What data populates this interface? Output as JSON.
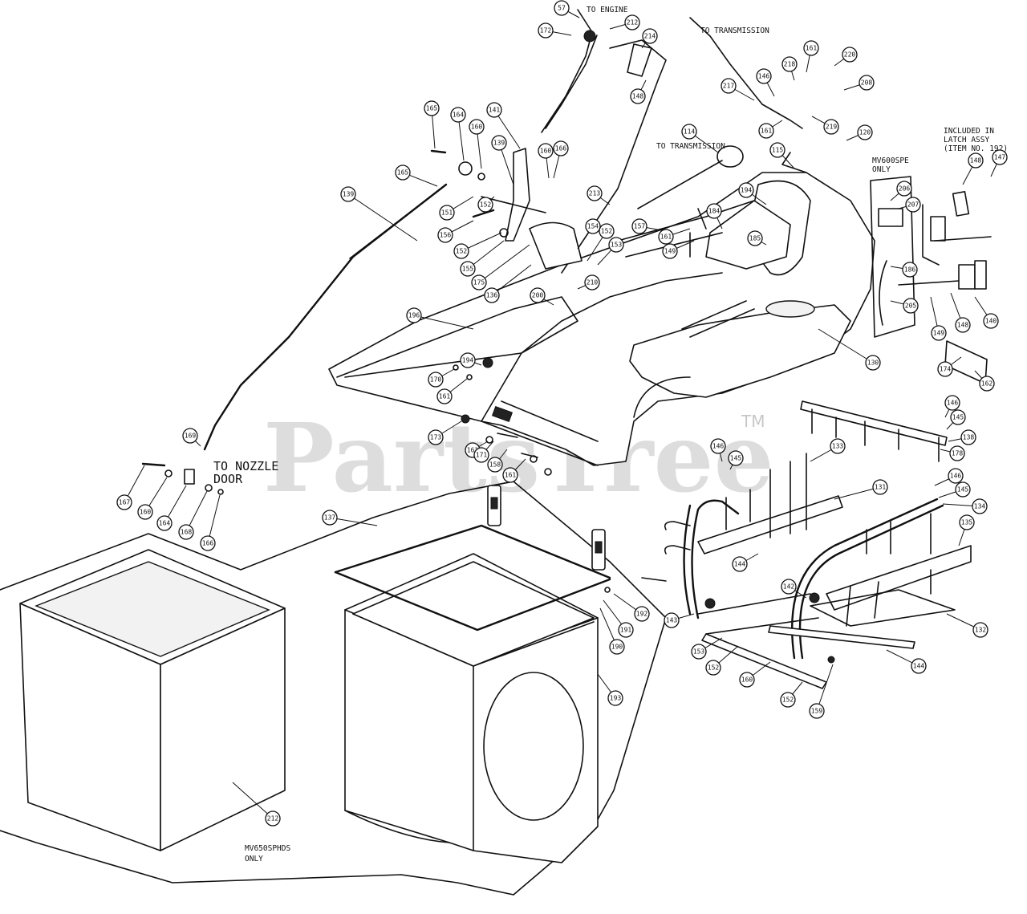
{
  "notes": {
    "to_engine": "TO ENGINE",
    "to_transmission_top": "TO TRANSMISSION",
    "to_transmission_mid": "TO TRANSMISSION",
    "to_nozzle_door_1": "TO NOZZLE",
    "to_nozzle_door_2": "DOOR",
    "included_1": "INCLUDED IN",
    "included_2": "LATCH ASSY",
    "included_3": "(ITEM NO. 192)",
    "model_600_1": "MV600SPE",
    "model_600_2": "ONLY",
    "model_650_1": "MV650SPHDS",
    "model_650_2": "ONLY"
  },
  "watermark": {
    "text": "PartsTree",
    "tm": "TM"
  },
  "callouts": [
    {
      "id": "c57",
      "label": "57"
    },
    {
      "id": "c172",
      "label": "172"
    },
    {
      "id": "c212",
      "label": "212"
    },
    {
      "id": "c214",
      "label": "214"
    },
    {
      "id": "c148a",
      "label": "148"
    },
    {
      "id": "c141",
      "label": "141"
    },
    {
      "id": "c165a",
      "label": "165"
    },
    {
      "id": "c164a",
      "label": "164"
    },
    {
      "id": "c160a",
      "label": "160"
    },
    {
      "id": "c139",
      "label": "139"
    },
    {
      "id": "c160b",
      "label": "160"
    },
    {
      "id": "c166a",
      "label": "166"
    },
    {
      "id": "c165b",
      "label": "165"
    },
    {
      "id": "c139b",
      "label": "139"
    },
    {
      "id": "c151",
      "label": "151"
    },
    {
      "id": "c152a",
      "label": "152"
    },
    {
      "id": "c156",
      "label": "156"
    },
    {
      "id": "c152b",
      "label": "152"
    },
    {
      "id": "c155",
      "label": "155"
    },
    {
      "id": "c175",
      "label": "175"
    },
    {
      "id": "c136",
      "label": "136"
    },
    {
      "id": "c154",
      "label": "154"
    },
    {
      "id": "c152c",
      "label": "152"
    },
    {
      "id": "c153",
      "label": "153"
    },
    {
      "id": "c213",
      "label": "213"
    },
    {
      "id": "c157",
      "label": "157"
    },
    {
      "id": "c200",
      "label": "200"
    },
    {
      "id": "c210",
      "label": "210"
    },
    {
      "id": "c196",
      "label": "196"
    },
    {
      "id": "c114",
      "label": "114"
    },
    {
      "id": "c115",
      "label": "115"
    },
    {
      "id": "c217",
      "label": "217"
    },
    {
      "id": "c146a",
      "label": "146"
    },
    {
      "id": "c218",
      "label": "218"
    },
    {
      "id": "c161a",
      "label": "161"
    },
    {
      "id": "c220",
      "label": "220"
    },
    {
      "id": "c208",
      "label": "208"
    },
    {
      "id": "c219",
      "label": "219"
    },
    {
      "id": "c161b",
      "label": "161"
    },
    {
      "id": "c120a",
      "label": "120"
    },
    {
      "id": "c194a",
      "label": "194"
    },
    {
      "id": "c184",
      "label": "184"
    },
    {
      "id": "c161c",
      "label": "161"
    },
    {
      "id": "c149a",
      "label": "149"
    },
    {
      "id": "c185",
      "label": "185"
    },
    {
      "id": "c148b",
      "label": "148"
    },
    {
      "id": "c147",
      "label": "147"
    },
    {
      "id": "c206",
      "label": "206"
    },
    {
      "id": "c207",
      "label": "207"
    },
    {
      "id": "c186",
      "label": "186"
    },
    {
      "id": "c205",
      "label": "205"
    },
    {
      "id": "c149b",
      "label": "149"
    },
    {
      "id": "c148c",
      "label": "148"
    },
    {
      "id": "c140",
      "label": "140"
    },
    {
      "id": "c130",
      "label": "130"
    },
    {
      "id": "c174",
      "label": "174"
    },
    {
      "id": "c162",
      "label": "162"
    },
    {
      "id": "c194b",
      "label": "194"
    },
    {
      "id": "c170",
      "label": "170"
    },
    {
      "id": "c161d",
      "label": "161"
    },
    {
      "id": "c173",
      "label": "173"
    },
    {
      "id": "c161e",
      "label": "161"
    },
    {
      "id": "c171",
      "label": "171"
    },
    {
      "id": "c158",
      "label": "158"
    },
    {
      "id": "c161f",
      "label": "161"
    },
    {
      "id": "c169",
      "label": "169"
    },
    {
      "id": "c167",
      "label": "167"
    },
    {
      "id": "c160c",
      "label": "160"
    },
    {
      "id": "c164b",
      "label": "164"
    },
    {
      "id": "c168",
      "label": "168"
    },
    {
      "id": "c166b",
      "label": "166"
    },
    {
      "id": "c137",
      "label": "137"
    },
    {
      "id": "c146b",
      "label": "146"
    },
    {
      "id": "c145a",
      "label": "145"
    },
    {
      "id": "c138",
      "label": "138"
    },
    {
      "id": "c178",
      "label": "178"
    },
    {
      "id": "c146c",
      "label": "146"
    },
    {
      "id": "c145b",
      "label": "145"
    },
    {
      "id": "c133",
      "label": "133"
    },
    {
      "id": "c131",
      "label": "131"
    },
    {
      "id": "c146d",
      "label": "146"
    },
    {
      "id": "c145c",
      "label": "145"
    },
    {
      "id": "c134",
      "label": "134"
    },
    {
      "id": "c135",
      "label": "135"
    },
    {
      "id": "c144a",
      "label": "144"
    },
    {
      "id": "c142",
      "label": "142"
    },
    {
      "id": "c132",
      "label": "132"
    },
    {
      "id": "c143",
      "label": "143"
    },
    {
      "id": "c153b",
      "label": "153"
    },
    {
      "id": "c152d",
      "label": "152"
    },
    {
      "id": "c144b",
      "label": "144"
    },
    {
      "id": "c160d",
      "label": "160"
    },
    {
      "id": "c152e",
      "label": "152"
    },
    {
      "id": "c159",
      "label": "159"
    },
    {
      "id": "c192",
      "label": "192"
    },
    {
      "id": "c191",
      "label": "191"
    },
    {
      "id": "c190",
      "label": "190"
    },
    {
      "id": "c193",
      "label": "193"
    },
    {
      "id": "c212b",
      "label": "212"
    }
  ]
}
